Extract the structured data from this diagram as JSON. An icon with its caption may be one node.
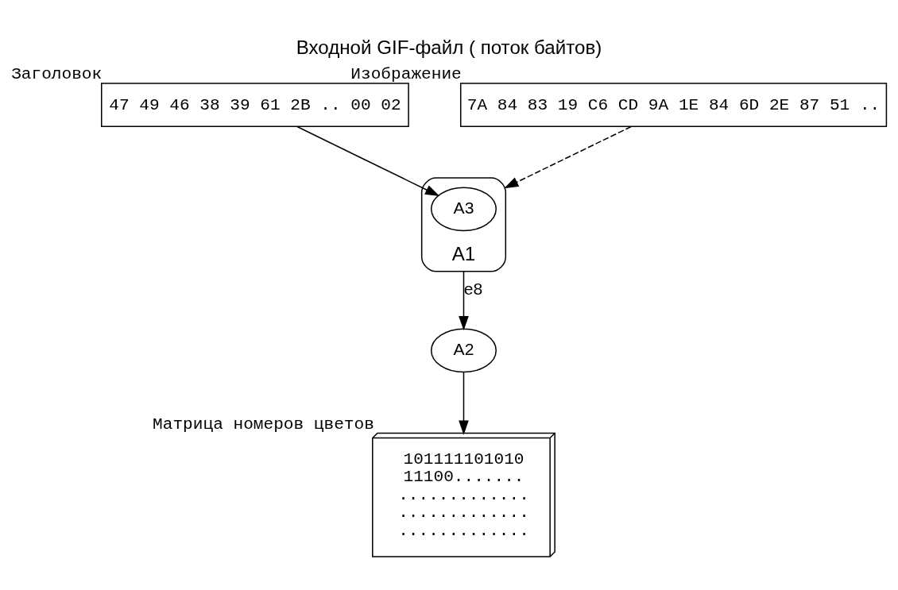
{
  "diagram": {
    "title": "Входной GIF-файл ( поток байтов)",
    "nodes": [
      {
        "text": [
          "47 49 46 38 39 61 2B .. 00 02"
        ],
        "beside": [
          "Заголовок"
        ]
      },
      {
        "text": [
          "7A 84 83 19 C6 CD 9A 1E 84 6D 2E 87 51 .."
        ],
        "beside": [
          "Изображение"
        ]
      },
      {
        "text": [
          "A1"
        ]
      },
      {
        "text": [
          "A3"
        ],
        "in": 2
      },
      {
        "text": [
          "A2"
        ]
      },
      {
        "text": [
          "101111101010",
          "11100.......",
          ".............",
          ".............",
          "............."
        ],
        "beside": [
          "Матрица номеров цветов"
        ]
      }
    ],
    "edges": [
      {
        "from": 0,
        "to": 3,
        "arrow": "to"
      },
      {
        "from": 1,
        "to": 2,
        "arrow": "to",
        "style": "dashed"
      },
      {
        "from": 2,
        "to": 4,
        "arrow": "to",
        "label": "e8"
      },
      {
        "from": 4,
        "to": 5,
        "arrow": "to"
      }
    ]
  }
}
